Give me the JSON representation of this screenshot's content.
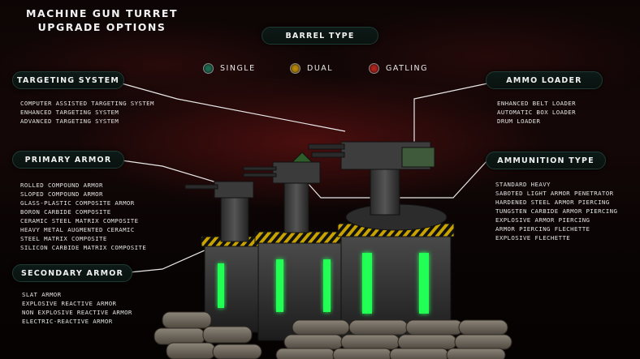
{
  "title": {
    "line1": "Machine Gun Turret",
    "line2": "Upgrade Options"
  },
  "barrel_type": {
    "label": "Barrel Type",
    "options": [
      {
        "label": "Single",
        "color": "#1f6b52"
      },
      {
        "label": "Dual",
        "color": "#b8860b"
      },
      {
        "label": "Gatling",
        "color": "#b0221b"
      }
    ]
  },
  "targeting_system": {
    "label": "Targeting System",
    "items": [
      "Computer Assisted Targeting System",
      "Enhanced Targeting System",
      "Advanced Targeting System"
    ]
  },
  "primary_armor": {
    "label": "Primary Armor",
    "items": [
      "Rolled Compound Armor",
      "Sloped Compound Armor",
      "Glass-Plastic Composite Armor",
      "Boron Carbide Composite",
      "Ceramic Steel Matrix  Composite",
      "Heavy Metal Augmented Ceramic",
      "Steel Matrix Composite",
      "Silicon Carbide Matrix Composite"
    ]
  },
  "secondary_armor": {
    "label": "Secondary Armor",
    "items": [
      "Slat Armor",
      "Explosive Reactive Armor",
      "Non Explosive Reactive Armor",
      "Electric-Reactive Armor"
    ]
  },
  "ammo_loader": {
    "label": "Ammo Loader",
    "items": [
      "Enhanced Belt Loader",
      "Automatic Box Loader",
      "Drum Loader"
    ]
  },
  "ammunition_type": {
    "label": "Ammunition Type",
    "items": [
      "Standard Heavy",
      "Saboted Light Armor Penetrator",
      "Hardened Steel Armor Piercing",
      "Tungsten Carbide Armor Piercing",
      "Explosive Armor Piercing",
      "Armor Piercing Flechette",
      "Explosive Flechette"
    ]
  },
  "colors": {
    "glow": "#22ff55",
    "leader_line": "#e8e8e8",
    "pill_border": "#1f3a33"
  }
}
